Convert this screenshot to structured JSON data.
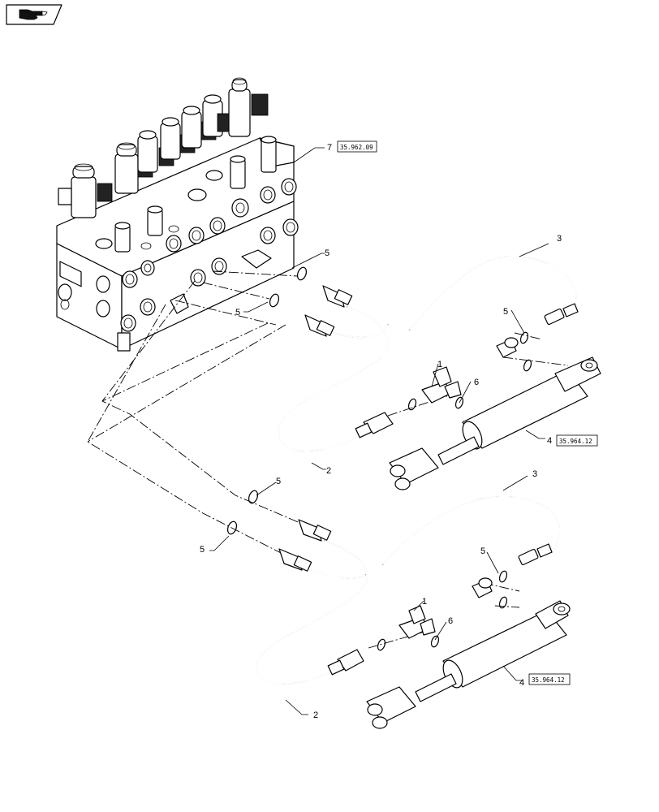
{
  "nav_icon": "pointing-hand-icon",
  "callouts": {
    "part_1": "1",
    "part_2": "2",
    "part_3": "3",
    "part_4": "4",
    "part_5": "5",
    "part_6": "6",
    "part_7": "7"
  },
  "references": {
    "valve_ref": "35.962.09",
    "cylinder_ref": "35.964.12"
  }
}
